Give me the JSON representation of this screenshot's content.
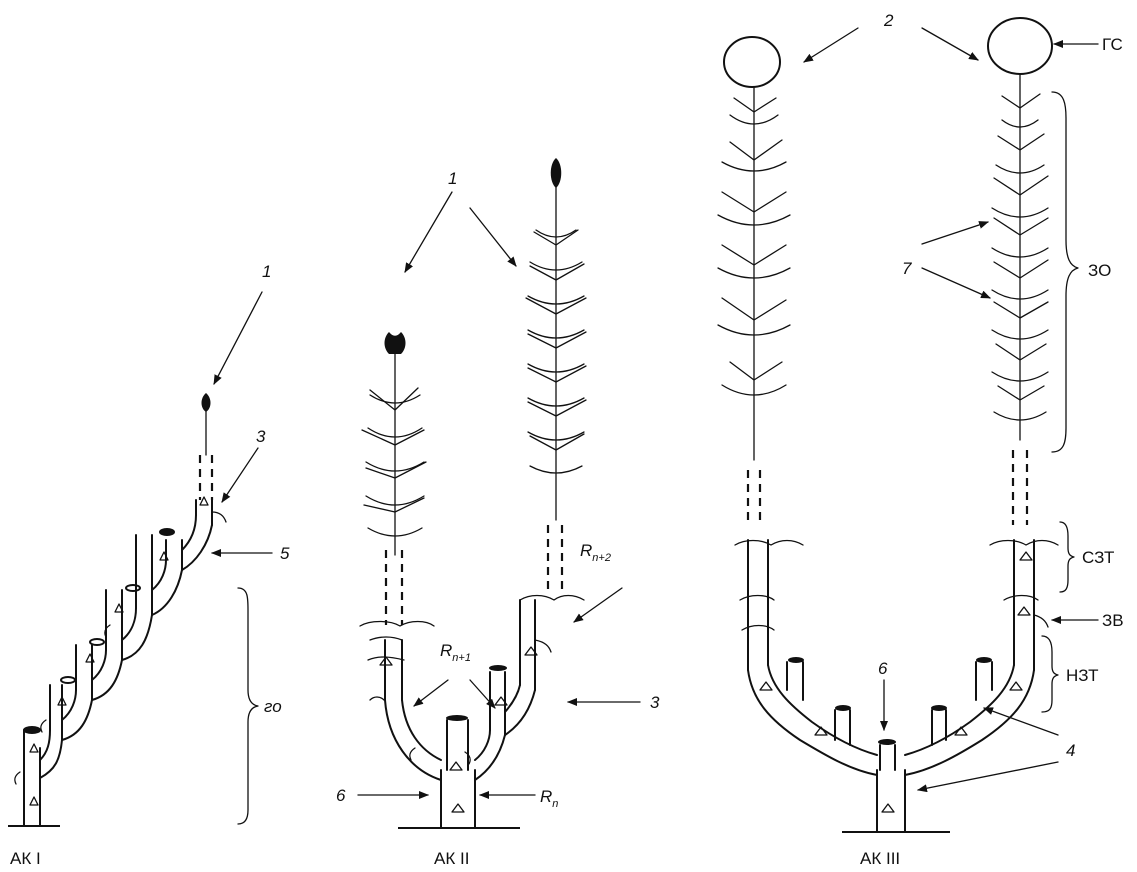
{
  "figure": {
    "panels": [
      {
        "caption": "АК I"
      },
      {
        "caption": "АК II"
      },
      {
        "caption": "АК III"
      }
    ],
    "labels": {
      "n1": "1",
      "n2": "2",
      "n3": "3",
      "n4": "4",
      "n5": "5",
      "n6": "6",
      "n7": "7",
      "go": "го",
      "gs": "ГС",
      "zo": "ЗО",
      "szt": "СЗТ",
      "zv": "ЗВ",
      "nzt": "НЗТ",
      "r_letter": "R",
      "r_n": "n",
      "r_n1": "n+1",
      "r_n2": "n+2"
    }
  }
}
